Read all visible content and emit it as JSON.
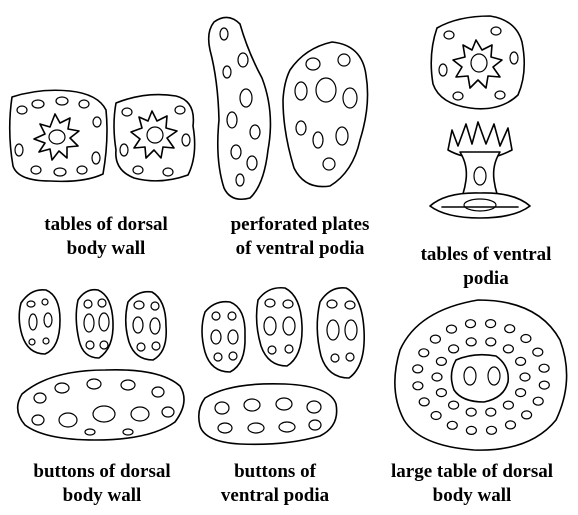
{
  "figure": {
    "captions": [
      {
        "id": "tables-dorsal",
        "lines": [
          "tables of dorsal",
          "body wall"
        ]
      },
      {
        "id": "perforated-plates",
        "lines": [
          "perforated plates",
          "of ventral podia"
        ]
      },
      {
        "id": "tables-ventral",
        "lines": [
          "tables of ventral",
          "podia"
        ]
      },
      {
        "id": "buttons-dorsal",
        "lines": [
          "buttons of dorsal",
          "body wall"
        ]
      },
      {
        "id": "buttons-ventral",
        "lines": [
          "buttons of",
          "ventral podia"
        ]
      },
      {
        "id": "large-table",
        "lines": [
          "large table of dorsal",
          "body wall"
        ]
      }
    ]
  }
}
